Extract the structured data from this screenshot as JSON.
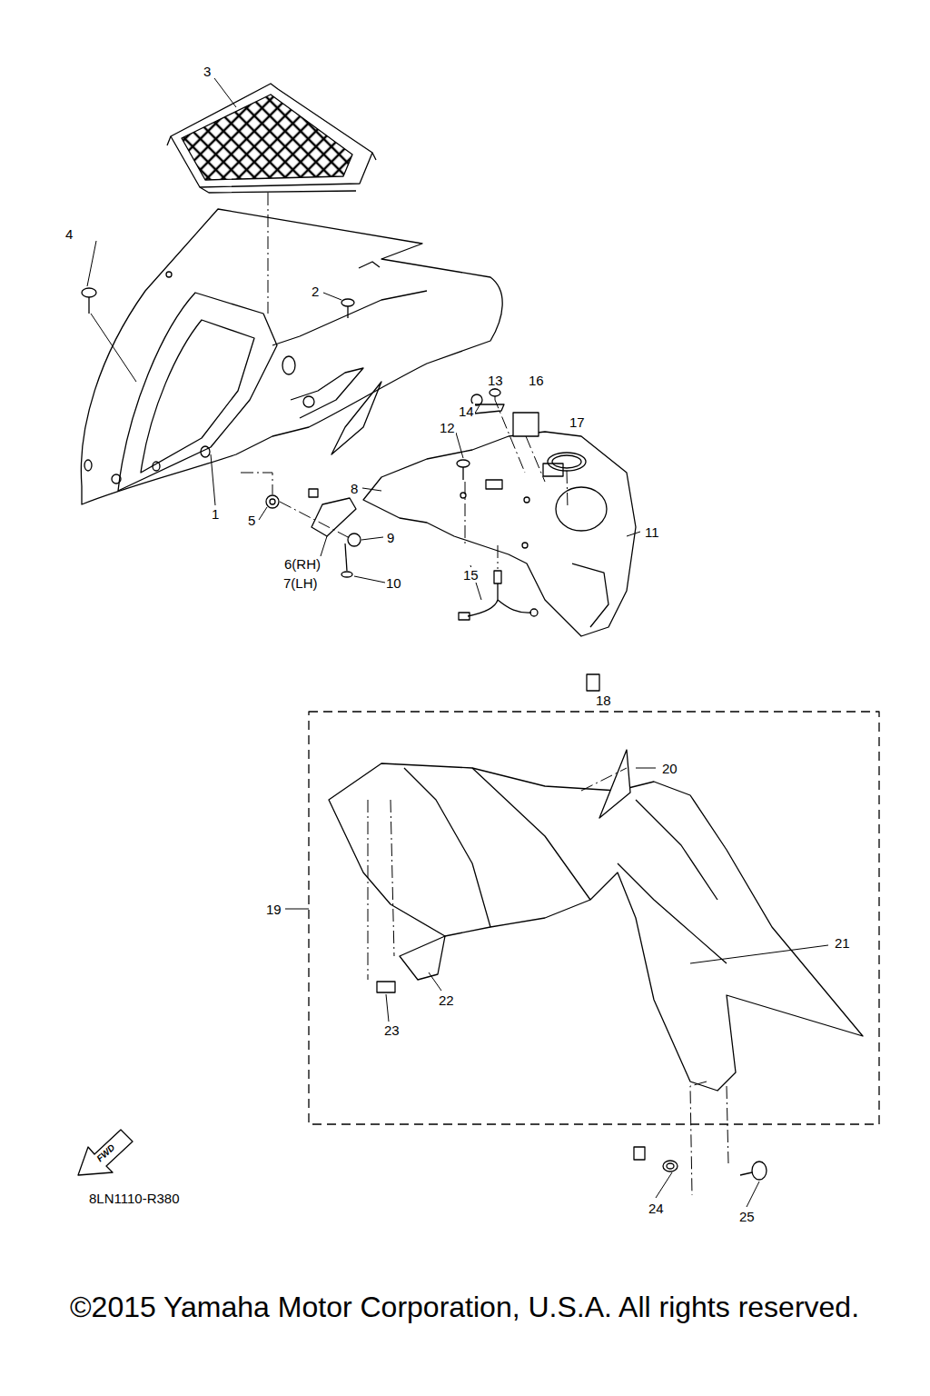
{
  "diagram": {
    "caption": "©2015 Yamaha Motor Corporation, U.S.A. All rights reserved.",
    "labels": [
      "3",
      "4",
      "2",
      "13",
      "16",
      "17",
      "14",
      "12",
      "8",
      "1",
      "5",
      "9",
      "11",
      "6(RH)",
      "7(LH)",
      "10",
      "15",
      "18",
      "20",
      "19",
      "21",
      "22",
      "23",
      "FWD",
      "8LN1110-R380",
      "24",
      "25"
    ]
  }
}
